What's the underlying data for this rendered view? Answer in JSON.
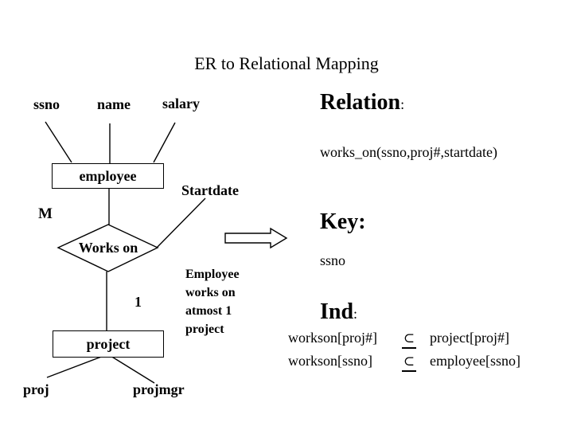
{
  "slide": {
    "title": "ER to Relational Mapping",
    "background_color": "#ffffff",
    "ink_color": "#000000"
  },
  "er_diagram": {
    "attribute_ssno": "ssno",
    "attribute_name": "name",
    "attribute_salary": "salary",
    "attribute_startdate": "Startdate",
    "attribute_proj": "proj",
    "attribute_projmgr": "projmgr",
    "entity_employee": "employee",
    "entity_project": "project",
    "relationship_works_on": "Works on",
    "cardinality_many": "M",
    "cardinality_one": "1",
    "annotation": "Employee\nworks on\natmost 1\nproject",
    "arrow_icon": "right-block-arrow"
  },
  "mapping_panel": {
    "relation_heading": "Relation",
    "relation_heading_colon": ":",
    "relation_value": "works_on(ssno,proj#,startdate)",
    "key_heading": "Key:",
    "key_value": "ssno",
    "ind_heading": "Ind",
    "ind_heading_colon": ":",
    "subset_symbol": "⊂",
    "inclusion_dependencies": [
      {
        "left": "workson[proj#]",
        "right": "project[proj#]"
      },
      {
        "left": "workson[ssno]",
        "right": "employee[ssno]"
      }
    ]
  }
}
